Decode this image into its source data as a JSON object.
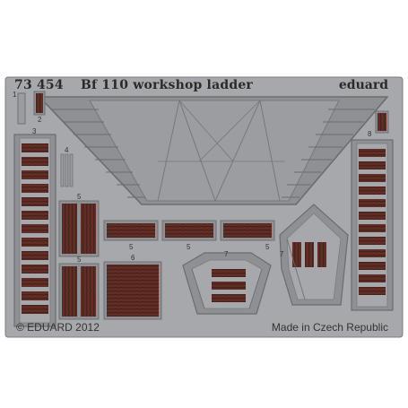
{
  "header": {
    "code": "73 454",
    "title": "Bf 110 workshop ladder",
    "brand": "eduard"
  },
  "footer": {
    "copyright": "© EDUARD 2012",
    "origin": "Made in Czech Republic"
  },
  "part_numbers": {
    "p1": "1",
    "p2": "2",
    "p3": "3",
    "p4": "4",
    "p5a": "5",
    "p5b": "5",
    "p5c": "5",
    "p5d": "5",
    "p5e": "5",
    "p6": "6",
    "p7a": "7",
    "p7b": "7",
    "p8": "8"
  },
  "colors": {
    "fret": "#a6a8ab",
    "fret_edge": "#6e7073",
    "wood": "#5a2a22",
    "wood_grain": "#3f1b16",
    "background": "#ffffff"
  }
}
